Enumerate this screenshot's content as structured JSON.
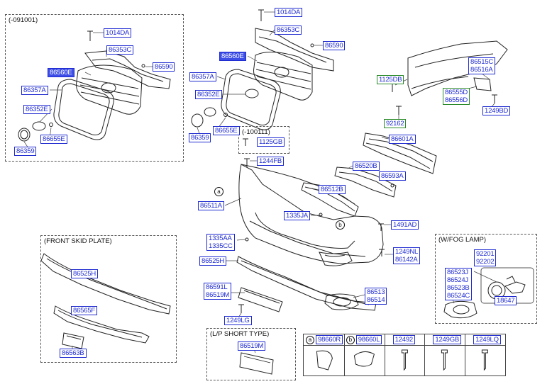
{
  "boxes": {
    "top_left_caption": "(-091001)",
    "mid_caption": "(-100111)",
    "skid_caption": "(FRONT SKID PLATE)",
    "fog_caption": "(W/FOG LAMP)",
    "lp_caption": "(L/P SHORT TYPE)"
  },
  "labels": {
    "tl_1014DA": "1014DA",
    "tl_86353C": "86353C",
    "tl_86560E": "86560E",
    "tl_86590": "86590",
    "tl_86357A": "86357A",
    "tl_86352E": "86352E",
    "tl_86655E": "86655E",
    "tl_86359": "86359",
    "m_1014DA": "1014DA",
    "m_86353C": "86353C",
    "m_86590": "86590",
    "m_86560E": "86560E",
    "m_86357A": "86357A",
    "m_86352E": "86352E",
    "m_86655E": "86655E",
    "m_86359": "86359",
    "m_1125GB": "1125GB",
    "m_1244FB": "1244FB",
    "m_86511A": "86511A",
    "m_1335JA": "1335JA",
    "m_1335AA": "1335AA",
    "m_1335CC": "1335CC",
    "m_86525H": "86525H",
    "m_86591L": "86591L",
    "m_86519M": "86519M",
    "m_1249LG": "1249LG",
    "m_86513": "86513",
    "m_86514": "86514",
    "m_1491AD": "1491AD",
    "m_1249NL": "1249NL",
    "m_86142A": "86142A",
    "m_86512B": "86512B",
    "m_86520B": "86520B",
    "m_86593A": "86593A",
    "m_86601A": "86601A",
    "r_1125DB": "1125DB",
    "r_86515C": "86515C",
    "r_86516A": "86516A",
    "r_86555D": "86555D",
    "r_86556D": "86556D",
    "r_1249BD": "1249BD",
    "r_92162": "92162",
    "s_86525H": "86525H",
    "s_86565F": "86565F",
    "s_86563B": "86563B",
    "f_92201": "92201",
    "f_92202": "92202",
    "f_86523J": "86523J",
    "f_86524J": "86524J",
    "f_86523B": "86523B",
    "f_86524C": "86524C",
    "f_18647": "18647",
    "lp_86519M": "86519M"
  },
  "callouts": {
    "a": "a",
    "b": "b"
  },
  "table": {
    "cells": [
      {
        "marker": "a",
        "code": "98660R"
      },
      {
        "marker": "b",
        "code": "98660L"
      },
      {
        "marker": "",
        "code": "12492"
      },
      {
        "marker": "",
        "code": "1249GB"
      },
      {
        "marker": "",
        "code": "1249LQ"
      }
    ]
  }
}
